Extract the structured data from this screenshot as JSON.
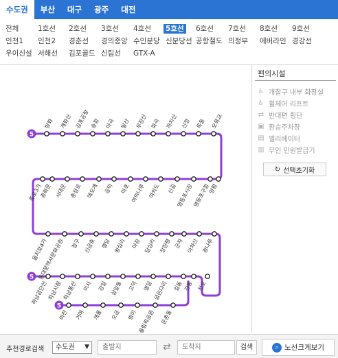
{
  "region_tabs": [
    {
      "label": "수도권",
      "active": true
    },
    {
      "label": "부산",
      "active": false
    },
    {
      "label": "대구",
      "active": false
    },
    {
      "label": "광주",
      "active": false
    },
    {
      "label": "대전",
      "active": false
    }
  ],
  "lines": {
    "row1": [
      "전체",
      "1호선",
      "2호선",
      "3호선",
      "4호선",
      "5호선",
      "6호선",
      "7호선",
      "8호선",
      "9호선"
    ],
    "row2": [
      "인천1",
      "인천2",
      "경춘선",
      "경의중앙",
      "수인분당",
      "신분당선",
      "공항철도",
      "의정부",
      "에버라인",
      "경강선"
    ],
    "row3": [
      "우이신설",
      "서해선",
      "김포골드",
      "신림선",
      "GTX-A"
    ],
    "active": "5호선"
  },
  "map": {
    "line_badge": "5",
    "line_color": "#8f3fd8",
    "row1_stations": [
      "방화",
      "개화산",
      "김포공항",
      "송정",
      "마곡",
      "발산",
      "우장산",
      "화곡",
      "까치산",
      "신정",
      "목동",
      "오목교"
    ],
    "row2_stations": [
      "영등포구청",
      "양평",
      "영등포시장",
      "신길",
      "여의도",
      "여의나루",
      "마포",
      "공덕",
      "애오개",
      "충정로",
      "서대문",
      "광화문",
      "종로3가"
    ],
    "row3_stations": [
      "을지로4가",
      "동대문역사문화공원",
      "청구",
      "신금호",
      "행당",
      "왕십리",
      "마장",
      "답십리",
      "장한평",
      "군자",
      "아차산",
      "광나루"
    ],
    "row4_stations": [
      "하남검단산",
      "하남시청",
      "하남풍산",
      "미사",
      "강일",
      "상일동",
      "고덕",
      "명일",
      "굽은다리",
      "길동",
      "강동",
      "천호"
    ],
    "row5_stations": [
      "마천",
      "거여",
      "개롱",
      "오금",
      "방이",
      "올림픽공원",
      "둔촌동"
    ]
  },
  "facilities": {
    "title": "편의시설",
    "items": [
      "개찰구 내부 화장실",
      "휠체어 리프트",
      "반대편 횡단",
      "환승주차장",
      "엘리베이터",
      "무인 민원발급기"
    ],
    "reset_label": "선택초기화"
  },
  "search": {
    "label": "추천경로검색",
    "region_value": "수도권",
    "origin_placeholder": "출발지",
    "destination_placeholder": "도착지",
    "search_label": "검색",
    "linemap_label": "노선크게보기"
  }
}
